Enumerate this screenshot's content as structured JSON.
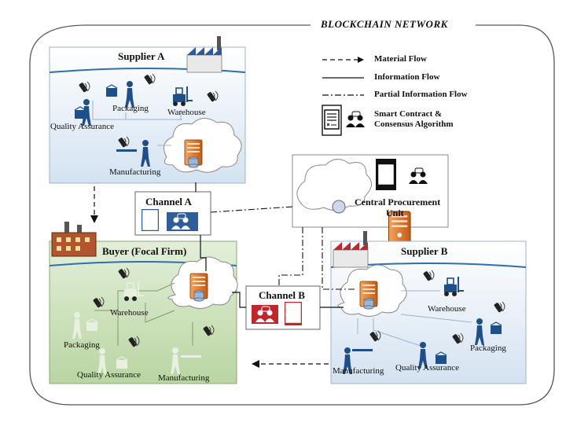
{
  "network_title": "BLOCKCHAIN NETWORK",
  "legend": {
    "material_flow": "Material Flow",
    "information_flow": "Information Flow",
    "partial_information_flow": "Partial Information Flow",
    "smart_contract_line1": "Smart Contract &",
    "smart_contract_line2": "Consensus Algorithm"
  },
  "supplier_a": {
    "title": "Supplier A",
    "packaging": "Packaging",
    "warehouse": "Warehouse",
    "quality_assurance": "Quality Assurance",
    "manufacturing": "Manufacturing"
  },
  "channel_a": {
    "title": "Channel A"
  },
  "channel_b": {
    "title": "Channel B"
  },
  "central_unit": {
    "line1": "Central Procurement",
    "line2": "Unit"
  },
  "buyer": {
    "title": "Buyer (Focal Firm)",
    "warehouse": "Warehouse",
    "packaging": "Packaging",
    "quality_assurance": "Quality Assurance",
    "manufacturing": "Manufacturing"
  },
  "supplier_b": {
    "title": "Supplier B",
    "warehouse": "Warehouse",
    "packaging": "Packaging",
    "manufacturing": "Manufacturing",
    "quality_assurance": "Quality Assurance"
  },
  "colors": {
    "supplier_fill": "#dce7f3",
    "buyer_fill": "#c6dcb4",
    "server_orange": "#e8772a",
    "channel_blue": "#2f5d9a",
    "channel_red": "#c0272d",
    "figure_blue": "#1f4e8c"
  }
}
